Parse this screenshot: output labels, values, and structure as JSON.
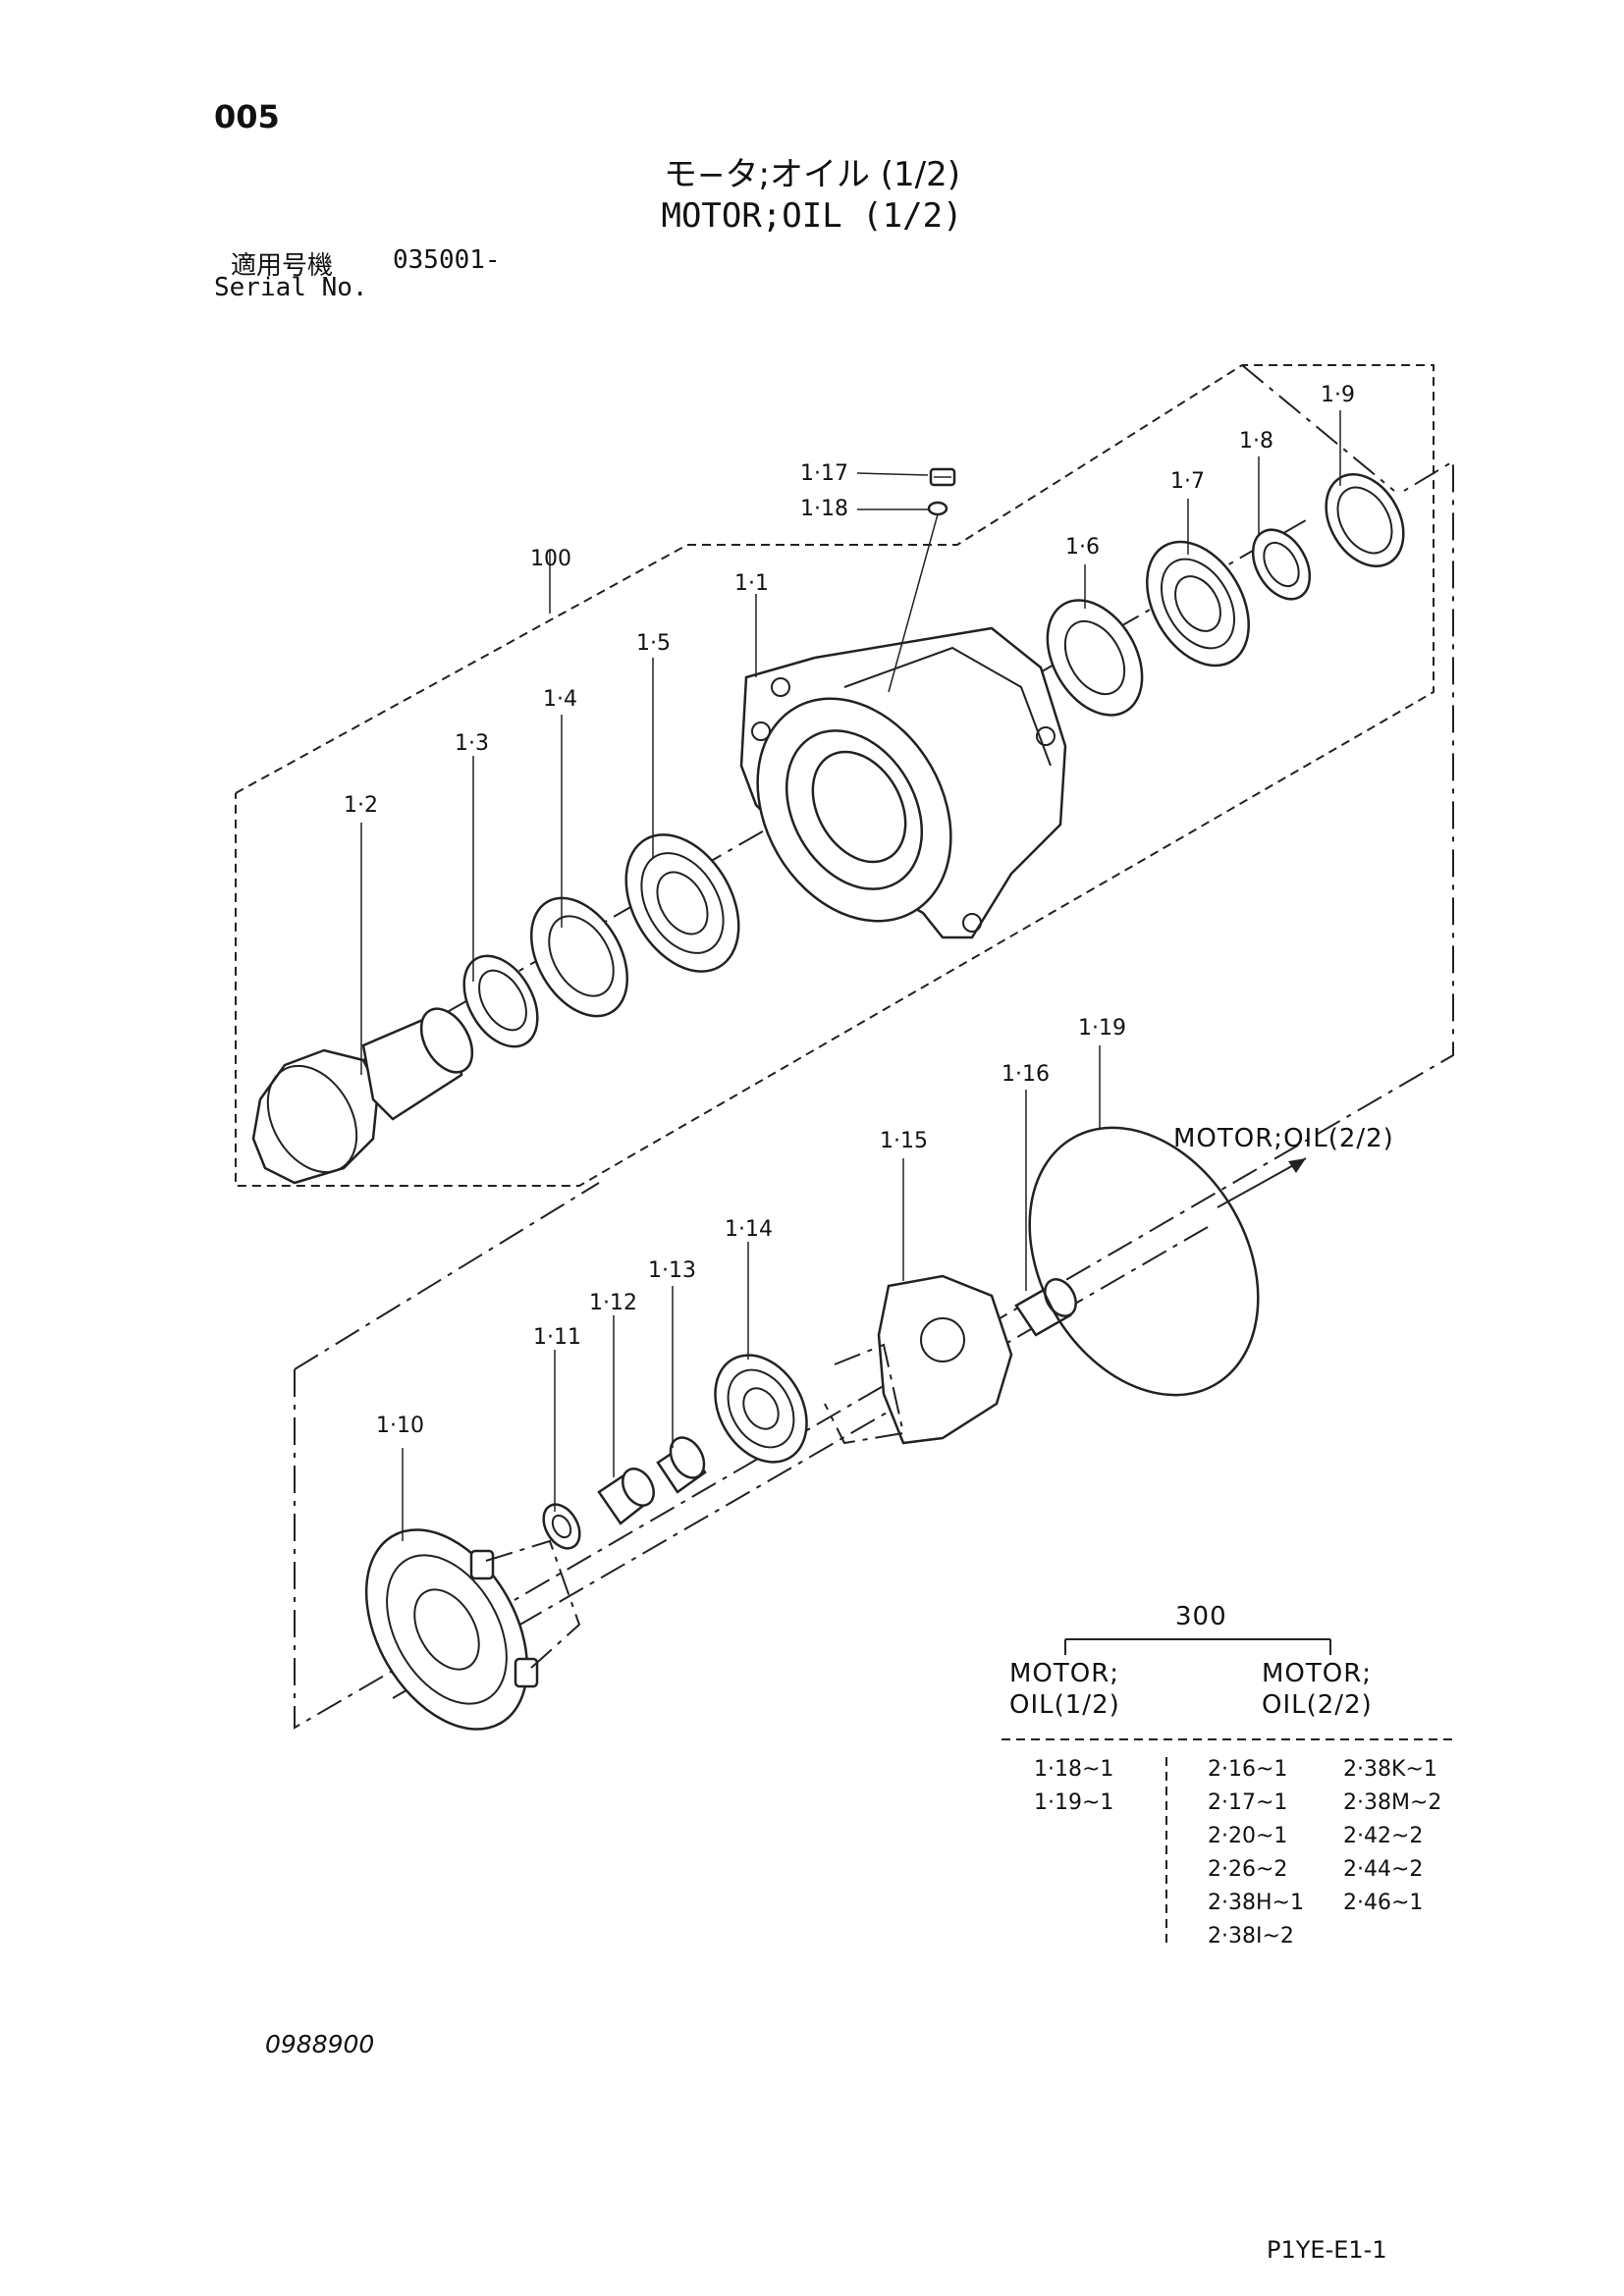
{
  "header": {
    "page_number": "005",
    "title_jp": "モ−タ;オイル (1/2)",
    "title_en": "MOTOR;OIL (1/2)",
    "serial_label_jp": "適用号機",
    "serial_value": "035001-",
    "serial_label_en": "Serial No."
  },
  "callouts": {
    "c100": "100",
    "c1_1": "1·1",
    "c1_2": "1·2",
    "c1_3": "1·3",
    "c1_4": "1·4",
    "c1_5": "1·5",
    "c1_6": "1·6",
    "c1_7": "1·7",
    "c1_8": "1·8",
    "c1_9": "1·9",
    "c1_10": "1·10",
    "c1_11": "1·11",
    "c1_12": "1·12",
    "c1_13": "1·13",
    "c1_14": "1·14",
    "c1_15": "1·15",
    "c1_16": "1·16",
    "c1_17": "1·17",
    "c1_18": "1·18",
    "c1_19": "1·19",
    "continuation": "MOTOR;OIL(2/2)"
  },
  "kit_table": {
    "kit_number": "300",
    "col1_header_line1": "MOTOR;",
    "col1_header_line2": "OIL(1/2)",
    "col2_header_line1": "MOTOR;",
    "col2_header_line2": "OIL(2/2)",
    "col1_items": [
      "1·18~1",
      "1·19~1"
    ],
    "col2a_items": [
      "2·16~1",
      "2·17~1",
      "2·20~1",
      "2·26~2",
      "2·38H~1",
      "2·38I~2"
    ],
    "col2b_items": [
      "2·38K~1",
      "2·38M~2",
      "2·42~2",
      "2·44~2",
      "2·46~1"
    ]
  },
  "footer": {
    "document_code": "0988900",
    "page_code": "P1YE-E1-1"
  }
}
